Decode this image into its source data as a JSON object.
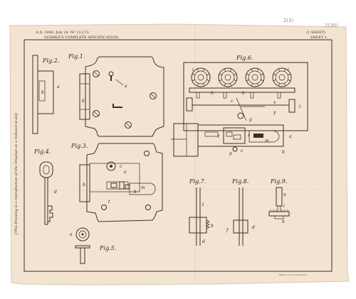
{
  "header": {
    "left": "A.D. 1900. July 24. Nº 13,273.",
    "center": "GODREZ'S COMPLETE SPECIFICATION.",
    "right_top": "(1 SHEET)",
    "right_bottom": "SHEET 1."
  },
  "pencil_marks": [
    "2(3)",
    "2(36)"
  ],
  "side_note": "[This Drawing is a reproduction of the Original on a reduced scale]",
  "imprint": "Malby & Sons, Photo-Litho.",
  "figures": {
    "fig1": "Fig.1.",
    "fig2": "Fig.2.",
    "fig3": "Fig.3.",
    "fig4": "Fig.4.",
    "fig5": "Fig.5.",
    "fig6": "Fig.6.",
    "fig7": "Fig.7.",
    "fig8": "Fig.8.",
    "fig9": "Fig.9."
  },
  "labels": {
    "a": "a",
    "b": "b",
    "c": "c",
    "d": "d",
    "e": "e",
    "f": "f",
    "g": "g",
    "h": "h",
    "i": "i",
    "m": "m",
    "n": "n",
    "t": "t",
    "x": "x",
    "y": "y"
  }
}
